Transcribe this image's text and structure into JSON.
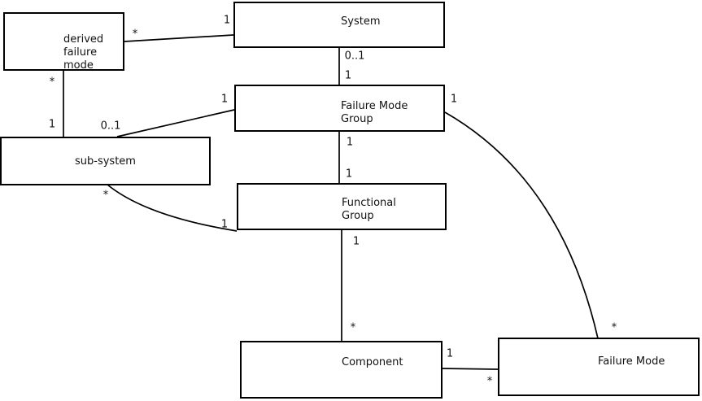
{
  "entities": {
    "derived_failure_mode": {
      "lines": [
        "derived",
        "failure",
        "mode"
      ]
    },
    "system": {
      "lines": [
        "System"
      ]
    },
    "failure_mode_group": {
      "lines": [
        "Failure Mode",
        "Group"
      ]
    },
    "sub_system": {
      "lines": [
        "sub-system"
      ]
    },
    "functional_group": {
      "lines": [
        "Functional",
        "Group"
      ]
    },
    "component": {
      "lines": [
        "Component"
      ]
    },
    "failure_mode": {
      "lines": [
        "Failure Mode"
      ]
    }
  },
  "relationships": [
    {
      "a": "System",
      "b": "derived failure mode",
      "a_card": "1",
      "b_card": "*"
    },
    {
      "a": "derived failure mode",
      "b": "sub-system",
      "a_card": "*",
      "b_card": "1"
    },
    {
      "a": "Failure Mode Group",
      "b": "sub-system",
      "a_card": "1",
      "b_card": "0..1"
    },
    {
      "a": "System",
      "b": "Failure Mode Group",
      "a_card": "0..1",
      "b_card": "1"
    },
    {
      "a": "Failure Mode Group",
      "b": "Functional Group",
      "a_card": "1",
      "b_card": "1"
    },
    {
      "a": "sub-system",
      "b": "Functional Group",
      "a_card": "*",
      "b_card": "1"
    },
    {
      "a": "Functional Group",
      "b": "Component",
      "a_card": "1",
      "b_card": "*"
    },
    {
      "a": "Component",
      "b": "Failure Mode",
      "a_card": "1",
      "b_card": "*"
    },
    {
      "a": "Failure Mode Group",
      "b": "Failure Mode",
      "a_card": "1",
      "b_card": "*"
    }
  ],
  "colors": {
    "background": "#ffffff",
    "line": "#000000",
    "text": "#111111",
    "box_fill": "#ffffff"
  }
}
